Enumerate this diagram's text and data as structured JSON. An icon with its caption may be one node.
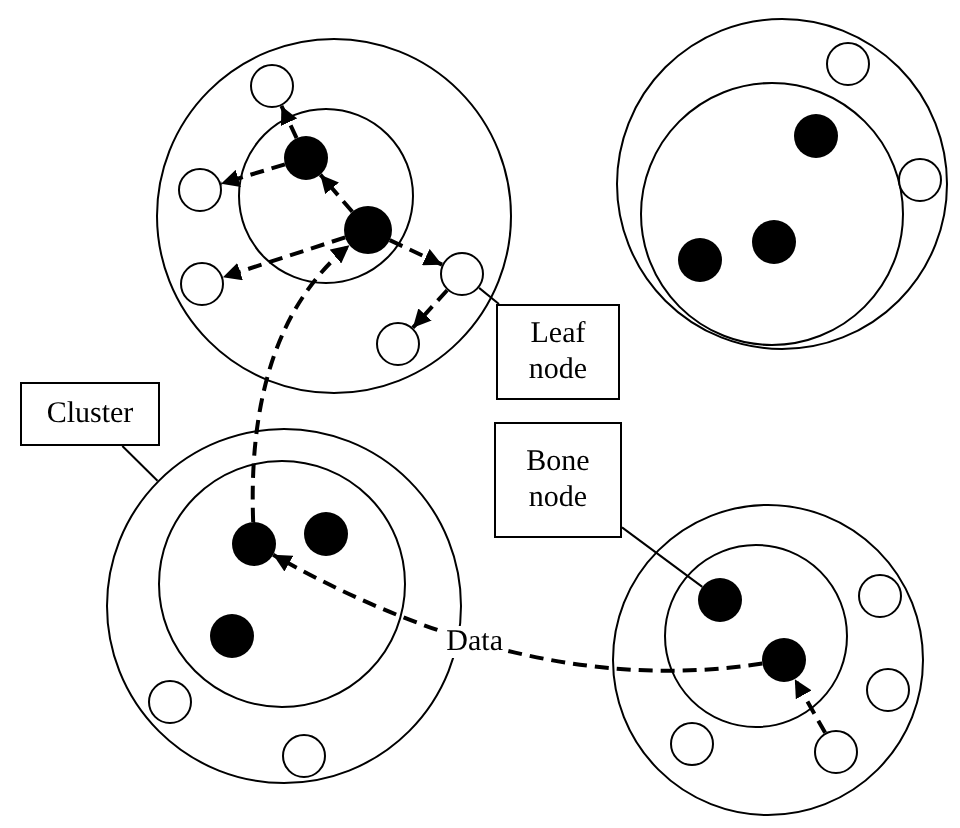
{
  "diagram": {
    "nodes": [
      {
        "text": [],
        "shape": "circle"
      },
      {
        "text": [],
        "shape": "circle",
        "in": 0
      },
      {
        "text": [],
        "shape": "circle",
        "in": 0
      },
      {
        "text": [],
        "shape": "dot",
        "in": 1
      },
      {
        "text": [],
        "shape": "circle",
        "in": 0
      },
      {
        "text": [],
        "shape": "dot",
        "in": 1
      },
      {
        "text": [],
        "shape": "circle",
        "in": 0
      },
      {
        "text": [],
        "shape": "circle",
        "in": 0
      },
      {
        "text": [],
        "shape": "circle",
        "in": 0
      },
      {
        "text": [],
        "shape": "circle"
      },
      {
        "text": [],
        "shape": "circle",
        "in": 9
      },
      {
        "text": [],
        "shape": "circle",
        "in": 9
      },
      {
        "text": [],
        "shape": "dot",
        "in": 10
      },
      {
        "text": [],
        "shape": "circle",
        "in": 9
      },
      {
        "text": [],
        "shape": "dot",
        "in": 10
      },
      {
        "text": [],
        "shape": "dot",
        "in": 10
      },
      {
        "text": [
          "Leaf node"
        ]
      },
      {
        "text": [
          "Cluster"
        ]
      },
      {
        "text": [],
        "shape": "circle"
      },
      {
        "text": [],
        "shape": "circle",
        "in": 18
      },
      {
        "text": [],
        "shape": "dot",
        "in": 19
      },
      {
        "text": [],
        "shape": "dot",
        "in": 19
      },
      {
        "text": [],
        "shape": "dot",
        "in": 19
      },
      {
        "text": [],
        "shape": "circle",
        "in": 18
      },
      {
        "text": [],
        "shape": "circle",
        "in": 18
      },
      {
        "text": [
          "Bone node"
        ]
      },
      {
        "text": [],
        "shape": "circle"
      },
      {
        "text": [],
        "shape": "circle",
        "in": 26
      },
      {
        "text": [],
        "shape": "dot",
        "in": 27
      },
      {
        "text": [],
        "shape": "circle",
        "in": 26
      },
      {
        "text": [],
        "shape": "dot",
        "in": 27
      },
      {
        "text": [],
        "shape": "circle",
        "in": 26
      },
      {
        "text": [],
        "shape": "circle",
        "in": 26
      },
      {
        "text": [],
        "shape": "circle",
        "in": 26
      }
    ],
    "edges": [
      {
        "from": 5,
        "to": 3,
        "arrow": "to",
        "style": "dashed"
      },
      {
        "from": 3,
        "to": 2,
        "arrow": "to",
        "style": "dashed"
      },
      {
        "from": 3,
        "to": 4,
        "arrow": "to",
        "style": "dashed"
      },
      {
        "from": 5,
        "to": 6,
        "arrow": "to",
        "style": "dashed"
      },
      {
        "from": 5,
        "to": 7,
        "arrow": "to",
        "style": "dashed"
      },
      {
        "from": 7,
        "to": 8,
        "arrow": "to",
        "style": "dashed"
      },
      {
        "from": 20,
        "to": 5,
        "arrow": "to",
        "style": "dashed"
      },
      {
        "from": 30,
        "to": 20,
        "arrow": "to",
        "style": "dashed",
        "label": "Data"
      },
      {
        "from": 33,
        "to": 30,
        "arrow": "to",
        "style": "dashed"
      },
      {
        "from": 16,
        "to": 7,
        "arrow": "none"
      },
      {
        "from": 17,
        "to": 18,
        "arrow": "none"
      },
      {
        "from": 25,
        "to": 28,
        "arrow": "none"
      }
    ]
  }
}
